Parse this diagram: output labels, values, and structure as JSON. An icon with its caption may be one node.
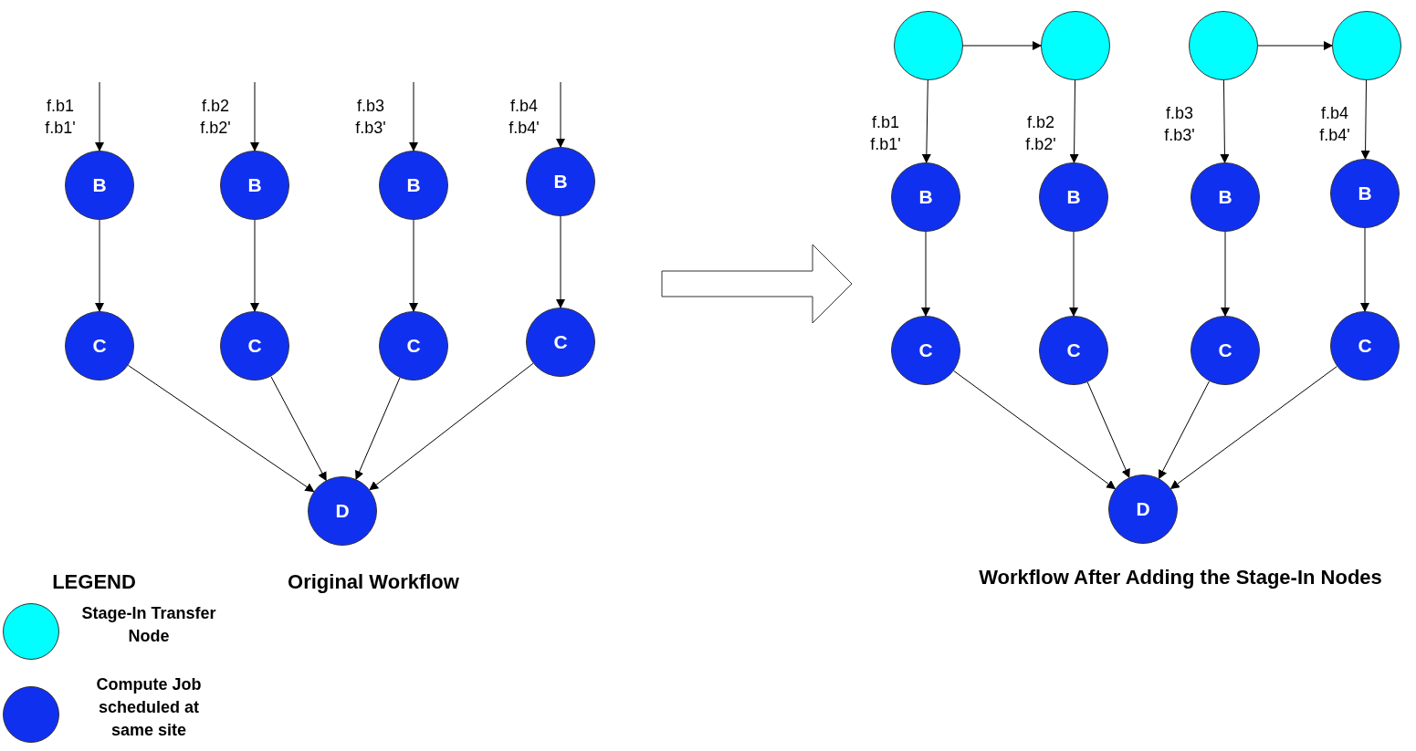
{
  "diagram": {
    "nodes": [
      {
        "text": [
          "B"
        ]
      },
      {
        "text": [
          "B"
        ]
      },
      {
        "text": [
          "B"
        ]
      },
      {
        "text": [
          "B"
        ]
      },
      {
        "text": [
          "C"
        ]
      },
      {
        "text": [
          "C"
        ]
      },
      {
        "text": [
          "C"
        ]
      },
      {
        "text": [
          "C"
        ]
      },
      {
        "text": [
          "D"
        ]
      },
      {
        "text": [],
        "shape": "circle"
      },
      {
        "text": [],
        "shape": "circle"
      },
      {
        "text": [],
        "shape": "circle"
      },
      {
        "text": [],
        "shape": "circle"
      },
      {
        "text": [
          "B"
        ]
      },
      {
        "text": [
          "B"
        ]
      },
      {
        "text": [
          "B"
        ]
      },
      {
        "text": [
          "B"
        ]
      },
      {
        "text": [
          "C"
        ]
      },
      {
        "text": [
          "C"
        ]
      },
      {
        "text": [
          "C"
        ]
      },
      {
        "text": [
          "C"
        ]
      },
      {
        "text": [
          "D"
        ]
      }
    ],
    "edges": [
      {
        "from": null,
        "to": 0,
        "arrow": "to",
        "label": "f.b1 f.b1'"
      },
      {
        "from": null,
        "to": 1,
        "arrow": "to",
        "label": "f.b2 f.b2'"
      },
      {
        "from": null,
        "to": 2,
        "arrow": "to",
        "label": "f.b3 f.b3'"
      },
      {
        "from": null,
        "to": 3,
        "arrow": "to",
        "label": "f.b4 f.b4'"
      },
      {
        "from": 0,
        "to": 4,
        "arrow": "to"
      },
      {
        "from": 1,
        "to": 5,
        "arrow": "to"
      },
      {
        "from": 2,
        "to": 6,
        "arrow": "to"
      },
      {
        "from": 3,
        "to": 7,
        "arrow": "to"
      },
      {
        "from": 4,
        "to": 8,
        "arrow": "to"
      },
      {
        "from": 5,
        "to": 8,
        "arrow": "to"
      },
      {
        "from": 6,
        "to": 8,
        "arrow": "to"
      },
      {
        "from": 7,
        "to": 8,
        "arrow": "to"
      },
      {
        "from": 9,
        "to": 10,
        "arrow": "to"
      },
      {
        "from": 11,
        "to": 12,
        "arrow": "to"
      },
      {
        "from": 9,
        "to": 13,
        "arrow": "to",
        "label": "f.b1 f.b1'"
      },
      {
        "from": 10,
        "to": 14,
        "arrow": "to",
        "label": "f.b2 f.b2'"
      },
      {
        "from": 11,
        "to": 15,
        "arrow": "to",
        "label": "f.b3 f.b3'"
      },
      {
        "from": 12,
        "to": 16,
        "arrow": "to",
        "label": "f.b4 f.b4'"
      },
      {
        "from": 13,
        "to": 17,
        "arrow": "to"
      },
      {
        "from": 14,
        "to": 18,
        "arrow": "to"
      },
      {
        "from": 15,
        "to": 19,
        "arrow": "to"
      },
      {
        "from": 16,
        "to": 20,
        "arrow": "to"
      },
      {
        "from": 17,
        "to": 21,
        "arrow": "to"
      },
      {
        "from": 18,
        "to": 21,
        "arrow": "to"
      },
      {
        "from": 19,
        "to": 21,
        "arrow": "to"
      },
      {
        "from": 20,
        "to": 21,
        "arrow": "to"
      }
    ],
    "labels": [
      "LEGEND",
      "Original Workflow",
      "Workflow After Adding the Stage-In Nodes"
    ],
    "legend": [
      {
        "text": "Stage-In Transfer Node",
        "color": "#00ffff"
      },
      {
        "text": "Compute Job scheduled at same site",
        "color": "#1030f0"
      }
    ]
  }
}
